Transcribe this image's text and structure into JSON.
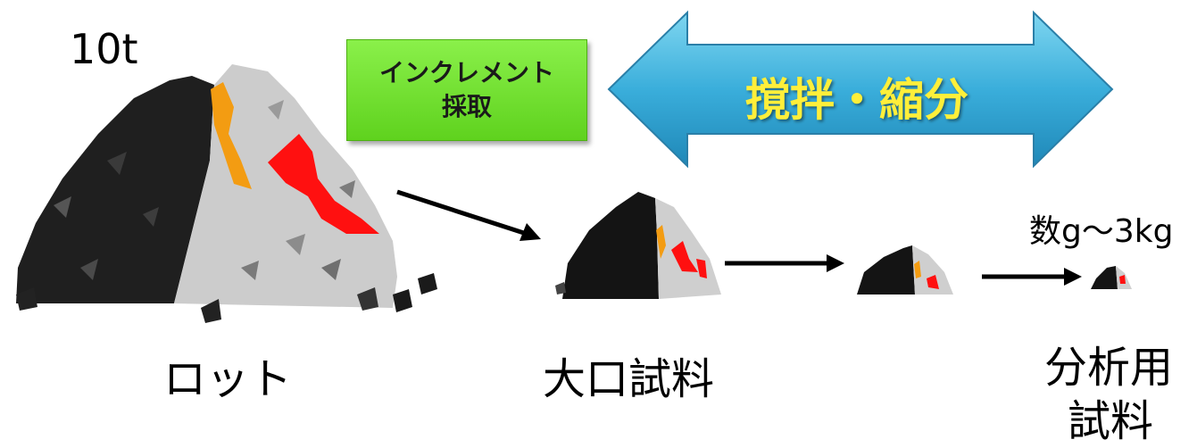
{
  "labels": {
    "mass": "10t",
    "lot": "ロット",
    "bulk_sample": "大口試料",
    "mass_range": "数g～3kg",
    "analysis_sample_line1": "分析用",
    "analysis_sample_line2": "試料"
  },
  "increment_box": {
    "line1": "インクレメント",
    "line2": "採取"
  },
  "double_arrow": {
    "text": "撹拌・縮分"
  }
}
